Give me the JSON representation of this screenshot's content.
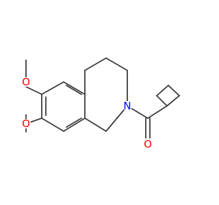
{
  "molecule": {
    "atoms": {
      "O_upper_methoxy": "O",
      "O_lower_methoxy": "O",
      "N_ring": "N",
      "O_carbonyl": "O"
    },
    "colors": {
      "bond": "#3a3a3a",
      "oxygen": "#ff0000",
      "nitrogen": "#0000ff",
      "background": "#ffffff"
    }
  }
}
